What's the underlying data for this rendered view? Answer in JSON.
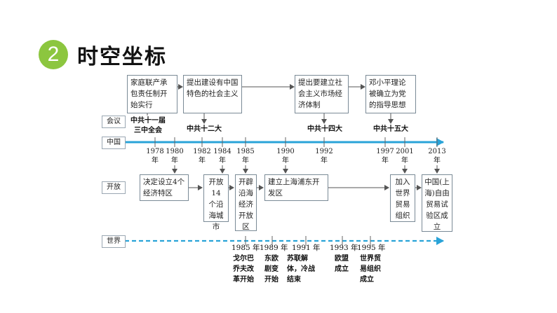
{
  "header": {
    "number": "2",
    "title": "时空坐标"
  },
  "rows": {
    "meeting": "会议",
    "china": "中国",
    "open": "开放",
    "world": "世界"
  },
  "policy_boxes": [
    {
      "text": "家庭联产承包责任制开始实行"
    },
    {
      "text": "提出建设有中国特色的社会主义"
    },
    {
      "text": "提出要建立社会主义市场经济体制"
    },
    {
      "text": "邓小平理论被确立为党的指导思想"
    }
  ],
  "meetings": [
    {
      "line1": "中共十一届",
      "line2": "三中全会"
    },
    {
      "line1": "中共十二大",
      "line2": ""
    },
    {
      "line1": "中共十四大",
      "line2": ""
    },
    {
      "line1": "中共十五大",
      "line2": ""
    }
  ],
  "china_years": [
    {
      "year": "1978",
      "unit": "年"
    },
    {
      "year": "1980",
      "unit": "年"
    },
    {
      "year": "1982",
      "unit": "年"
    },
    {
      "year": "1984",
      "unit": "年"
    },
    {
      "year": "1985",
      "unit": "年"
    },
    {
      "year": "1990",
      "unit": "年"
    },
    {
      "year": "1992",
      "unit": "年"
    },
    {
      "year": "1997",
      "unit": "年"
    },
    {
      "year": "2001",
      "unit": "年"
    },
    {
      "year": "2013",
      "unit": "年"
    }
  ],
  "open_boxes": [
    {
      "text": "决定设立4个经济特区"
    },
    {
      "text": "开放14个沿海城市"
    },
    {
      "text": "开辟沿海经济开放区"
    },
    {
      "text": "建立上海浦东开发区"
    },
    {
      "text": "加入世界贸易组织"
    },
    {
      "text": "中国(上海)自由贸易试验区成立"
    }
  ],
  "world_events": [
    {
      "year": "1985 年",
      "event": "戈尔巴乔夫改革开始"
    },
    {
      "year": "1989 年",
      "event": "东欧剧变开始"
    },
    {
      "year": "1991 年",
      "event": "苏联解体，冷战结束"
    },
    {
      "year": "1993 年",
      "event": "欧盟成立"
    },
    {
      "year": "1995 年",
      "event": "世界贸易组织成立"
    }
  ],
  "colors": {
    "accent": "#8cc63f",
    "timeline": "#29a3d8",
    "box_border": "#7a8a96"
  }
}
